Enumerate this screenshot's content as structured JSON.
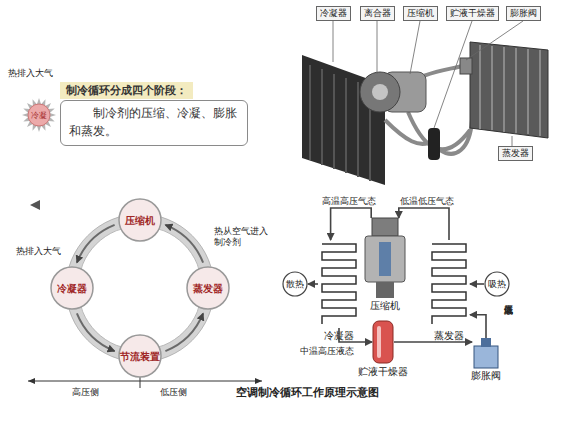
{
  "diagram": {
    "caption": "空调制冷循环工作原理示意图",
    "nodes": [
      {
        "text": [
          "制冷循环分成四个阶段：",
          "制冷剂的压缩、冷凝、膨胀和蒸发。"
        ]
      },
      {
        "text": [
          "冷凝"
        ]
      },
      {
        "text": [
          "压缩机"
        ]
      },
      {
        "text": [
          "冷凝器"
        ]
      },
      {
        "text": [
          "蒸发器"
        ]
      },
      {
        "text": [
          "节流装置"
        ]
      },
      {
        "text": [
          "散热"
        ]
      },
      {
        "text": [
          "压缩机"
        ]
      },
      {
        "text": [
          "冷凝器"
        ]
      },
      {
        "text": [
          "蒸发器"
        ]
      },
      {
        "text": [
          "吸热"
        ]
      },
      {
        "text": [
          "贮液干燥器"
        ]
      },
      {
        "text": [
          "膨胀阀"
        ]
      }
    ],
    "edges": [
      {
        "from": 2,
        "to": 3,
        "arrow": "to"
      },
      {
        "from": 3,
        "to": 5,
        "arrow": "to"
      },
      {
        "from": 5,
        "to": 4,
        "arrow": "to"
      },
      {
        "from": 4,
        "to": 2,
        "arrow": "to"
      },
      {
        "from": 7,
        "to": 8,
        "label": "高温高压气态",
        "arrow": "to"
      },
      {
        "from": 9,
        "to": 7,
        "label": "低温低压气态",
        "arrow": "to"
      },
      {
        "from": 8,
        "to": 11,
        "label": "中温高压液态",
        "arrow": "to"
      },
      {
        "from": 11,
        "to": 12,
        "arrow": "to"
      },
      {
        "from": 12,
        "to": 9,
        "label": "低温低压液态",
        "arrow": "to"
      },
      {
        "from": 8,
        "to": 6,
        "arrow": "to"
      },
      {
        "from": 10,
        "to": 9,
        "arrow": "to"
      }
    ],
    "labels": [
      "热排入大气",
      "冷凝器",
      "离合器",
      "压缩机",
      "贮液干燥器",
      "膨胀阀",
      "蒸发器",
      "热排入大气",
      "热从空气进入制冷剂",
      "高压侧",
      "低压侧"
    ]
  }
}
